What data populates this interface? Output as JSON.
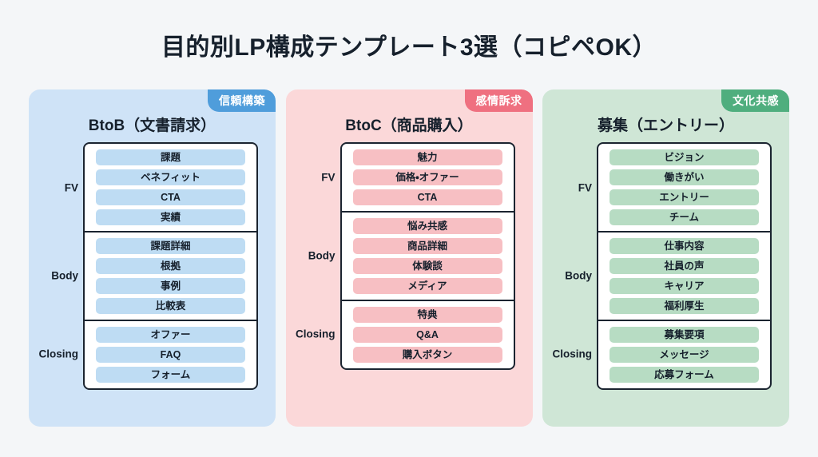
{
  "title": "目的別LP構成テンプレート3選（コピペOK）",
  "cards": [
    {
      "id": "btob",
      "theme": "blue",
      "badge": "信頼構築",
      "title": "BtoB（文書請求）",
      "accent": "#4f9ddb",
      "card_bg": "#cfe3f7",
      "pill_bg": "#bedcf3",
      "sections": [
        {
          "label": "FV",
          "items": [
            "課題",
            "ベネフィット",
            "CTA",
            "実績"
          ]
        },
        {
          "label": "Body",
          "items": [
            "課題詳細",
            "根拠",
            "事例",
            "比較表"
          ]
        },
        {
          "label": "Closing",
          "items": [
            "オファー",
            "FAQ",
            "フォーム"
          ]
        }
      ]
    },
    {
      "id": "btoc",
      "theme": "pink",
      "badge": "感情訴求",
      "title": "BtoC（商品購入）",
      "accent": "#ef7080",
      "card_bg": "#fbd8d9",
      "pill_bg": "#f7bfc3",
      "sections": [
        {
          "label": "FV",
          "items": [
            "魅力",
            "価格・オファー",
            "CTA"
          ]
        },
        {
          "label": "Body",
          "items": [
            "悩み共感",
            "商品詳細",
            "体験談",
            "メディア"
          ]
        },
        {
          "label": "Closing",
          "items": [
            "特典",
            "Q&A",
            "購入ボタン"
          ]
        }
      ]
    },
    {
      "id": "recruit",
      "theme": "green",
      "badge": "文化共感",
      "title": "募集（エントリー）",
      "accent": "#4fae7e",
      "card_bg": "#cfe6d6",
      "pill_bg": "#b7dcc3",
      "sections": [
        {
          "label": "FV",
          "items": [
            "ビジョン",
            "働きがい",
            "エントリー",
            "チーム"
          ]
        },
        {
          "label": "Body",
          "items": [
            "仕事内容",
            "社員の声",
            "キャリア",
            "福利厚生"
          ]
        },
        {
          "label": "Closing",
          "items": [
            "募集要項",
            "メッセージ",
            "応募フォーム"
          ]
        }
      ]
    }
  ],
  "background_color": "#f4f6f8"
}
